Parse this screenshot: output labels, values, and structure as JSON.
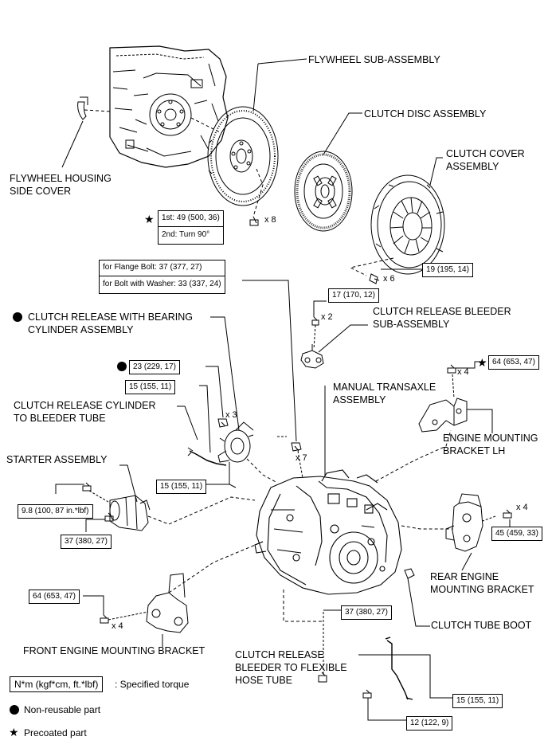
{
  "parts": {
    "flywheel_sub_assembly": "FLYWHEEL SUB-ASSEMBLY",
    "clutch_disc_assembly": "CLUTCH DISC ASSEMBLY",
    "clutch_cover_assembly_1": "CLUTCH COVER",
    "clutch_cover_assembly_2": "ASSEMBLY",
    "flywheel_housing_side_cover_1": "FLYWHEEL HOUSING",
    "flywheel_housing_side_cover_2": "SIDE COVER",
    "clutch_release_cylinder_1": "CLUTCH RELEASE WITH BEARING",
    "clutch_release_cylinder_2": "CYLINDER ASSEMBLY",
    "clutch_release_bleeder_1": "CLUTCH RELEASE BLEEDER",
    "clutch_release_bleeder_2": "SUB-ASSEMBLY",
    "manual_transaxle_1": "MANUAL TRANSAXLE",
    "manual_transaxle_2": "ASSEMBLY",
    "cylinder_to_bleeder_tube_1": "CLUTCH RELEASE CYLINDER",
    "cylinder_to_bleeder_tube_2": "TO BLEEDER TUBE",
    "engine_mounting_bracket_lh_1": "ENGINE MOUNTING",
    "engine_mounting_bracket_lh_2": "BRACKET LH",
    "starter_assembly": "STARTER ASSEMBLY",
    "rear_engine_mounting_bracket_1": "REAR ENGINE",
    "rear_engine_mounting_bracket_2": "MOUNTING BRACKET",
    "clutch_tube_boot": "CLUTCH TUBE BOOT",
    "front_engine_mounting_bracket": "FRONT ENGINE MOUNTING BRACKET",
    "bleeder_to_flexible_hose_tube_1": "CLUTCH RELEASE",
    "bleeder_to_flexible_hose_tube_2": "BLEEDER TO FLEXIBLE",
    "bleeder_to_flexible_hose_tube_3": "HOSE TUBE"
  },
  "torques": {
    "flywheel_1st": "1st: 49 (500, 36)",
    "flywheel_2nd": "2nd: Turn 90°",
    "flange_bolt": "for Flange Bolt: 37 (377, 27)",
    "bolt_with_washer": "for Bolt with Washer: 33 (337, 24)",
    "clutch_cover": "19 (195, 14)",
    "bleeder": "17 (170, 12)",
    "release_cylinder_bolt": "23 (229, 17)",
    "cylinder_tube_upper": "15 (155, 11)",
    "cylinder_tube_lower": "15 (155, 11)",
    "bracket_lh": "64 (653, 47)",
    "starter_upper": "9.8 (100, 87 in.*lbf)",
    "starter_lower": "37 (380, 27)",
    "rear_bracket": "45 (459, 33)",
    "front_bracket": "64 (653, 47)",
    "transaxle_lower": "37 (380, 27)",
    "hose_tube": "15 (155, 11)",
    "hose_tube_bolt": "12 (122, 9)"
  },
  "quantities": {
    "flywheel_bolts": "x 8",
    "clutch_cover_bolts": "x 6",
    "bleeder_bolts": "x 2",
    "cylinder_bolts": "x 3",
    "transaxle_bolts": "x 7",
    "bracket_lh_bolts": "x 4",
    "rear_bracket_bolts": "x 4",
    "front_bracket_bolts": "x 4"
  },
  "legend": {
    "torque_unit": "N*m (kgf*cm, ft.*lbf)",
    "torque_desc": ": Specified torque",
    "non_reusable": "Non-reusable part",
    "precoated": "Precoated part"
  },
  "symbols": {
    "star": "★"
  }
}
